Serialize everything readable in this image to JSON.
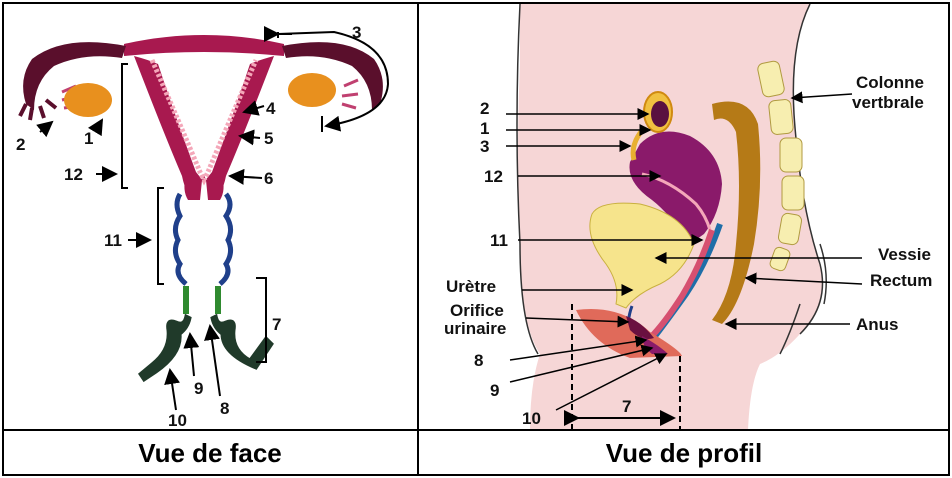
{
  "front_view": {
    "caption": "Vue de face",
    "labels": {
      "n1": "1",
      "n2": "2",
      "n3": "3",
      "n4": "4",
      "n5": "5",
      "n6": "6",
      "n7": "7",
      "n8": "8",
      "n9": "9",
      "n10": "10",
      "n11": "11",
      "n12": "12"
    }
  },
  "profile_view": {
    "caption": "Vue de profil",
    "labels": {
      "n2": "2",
      "n1": "1",
      "n3": "3",
      "n12": "12",
      "n11": "11",
      "uretre": "Urètre",
      "orifice_line1": "Orifice",
      "orifice_line2": "urinaire",
      "n8": "8",
      "n9": "9",
      "n10": "10",
      "n7": "7",
      "colonne_line1": "Colonne",
      "colonne_line2": "vertbrale",
      "vessie": "Vessie",
      "rectum": "Rectum",
      "anus": "Anus"
    }
  },
  "colors": {
    "uterus_body": "#a8194f",
    "uterus_dark": "#6b1030",
    "ovary": "#e8901e",
    "vagina_blue": "#1f3f8a",
    "vagina_green": "#2f8a2f",
    "vulva_dark": "#203a2a",
    "skin": "#f6d6d6",
    "bladder": "#f6e48c",
    "rectum": "#b57a17",
    "vertebra": "#f7eeb0",
    "lining": "#f4a7b9"
  }
}
